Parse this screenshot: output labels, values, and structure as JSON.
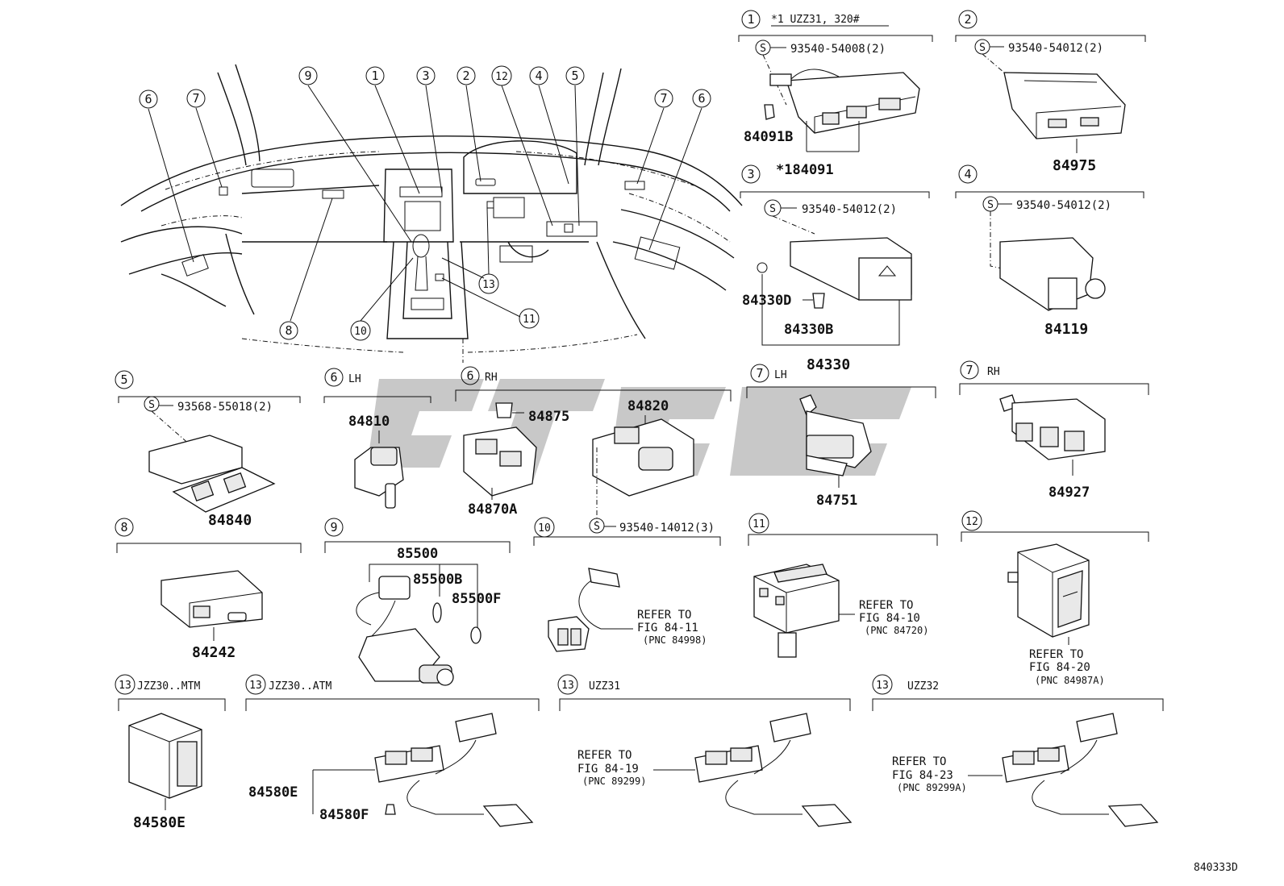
{
  "diagram_code": "840333D",
  "overview": {
    "callouts": [
      {
        "id": "6-left",
        "label": "6"
      },
      {
        "id": "7-left",
        "label": "7"
      },
      {
        "id": "9",
        "label": "9"
      },
      {
        "id": "1",
        "label": "1"
      },
      {
        "id": "3",
        "label": "3"
      },
      {
        "id": "2",
        "label": "2"
      },
      {
        "id": "12",
        "label": "12"
      },
      {
        "id": "4",
        "label": "4"
      },
      {
        "id": "5",
        "label": "5"
      },
      {
        "id": "7-right",
        "label": "7"
      },
      {
        "id": "6-right",
        "label": "6"
      },
      {
        "id": "8",
        "label": "8"
      },
      {
        "id": "10",
        "label": "10"
      },
      {
        "id": "13",
        "label": "13"
      },
      {
        "id": "11",
        "label": "11"
      }
    ]
  },
  "sections": {
    "s1": {
      "num": "1",
      "note": "*1 UZZ31, 320#",
      "screw": "93540-54008(2)",
      "parts": [
        "84091B",
        "*184091"
      ]
    },
    "s2": {
      "num": "2",
      "screw": "93540-54012(2)",
      "parts": [
        "84975"
      ]
    },
    "s3": {
      "num": "3",
      "screw": "93540-54012(2)",
      "parts": [
        "84330D",
        "84330B",
        "84330"
      ]
    },
    "s4": {
      "num": "4",
      "screw": "93540-54012(2)",
      "parts": [
        "84119"
      ]
    },
    "s5": {
      "num": "5",
      "screw": "93568-55018(2)",
      "parts": [
        "84840"
      ]
    },
    "s6lh": {
      "num": "6",
      "side": "LH",
      "parts": [
        "84810"
      ]
    },
    "s6rh": {
      "num": "6",
      "side": "RH",
      "screw": "93540-14012(3)",
      "parts": [
        "84875",
        "84870A",
        "84820"
      ]
    },
    "s7lh": {
      "num": "7",
      "side": "LH",
      "parts": [
        "84751"
      ]
    },
    "s7rh": {
      "num": "7",
      "side": "RH",
      "parts": [
        "84927"
      ]
    },
    "s8": {
      "num": "8",
      "parts": [
        "84242"
      ]
    },
    "s9": {
      "num": "9",
      "parts": [
        "85500",
        "85500B",
        "85500F"
      ]
    },
    "s10": {
      "num": "10",
      "refer": [
        "REFER TO",
        "FIG 84-11",
        "(PNC 84998)"
      ]
    },
    "s11": {
      "num": "11",
      "refer": [
        "REFER TO",
        "FIG 84-10",
        "(PNC 84720)"
      ]
    },
    "s12": {
      "num": "12",
      "refer": [
        "REFER TO",
        "FIG 84-20",
        "(PNC 84987A)"
      ]
    },
    "s13a": {
      "num": "13",
      "variant": "JZZ30..MTM",
      "parts": [
        "84580E"
      ]
    },
    "s13b": {
      "num": "13",
      "variant": "JZZ30..ATM",
      "parts": [
        "84580E",
        "84580F"
      ]
    },
    "s13c": {
      "num": "13",
      "variant": "UZZ31",
      "refer": [
        "REFER TO",
        "FIG 84-19",
        "(PNC 89299)"
      ]
    },
    "s13d": {
      "num": "13",
      "variant": "UZZ32",
      "refer": [
        "REFER TO",
        "FIG 84-23",
        "(PNC 89299A)"
      ]
    }
  },
  "screw_symbol": "S"
}
